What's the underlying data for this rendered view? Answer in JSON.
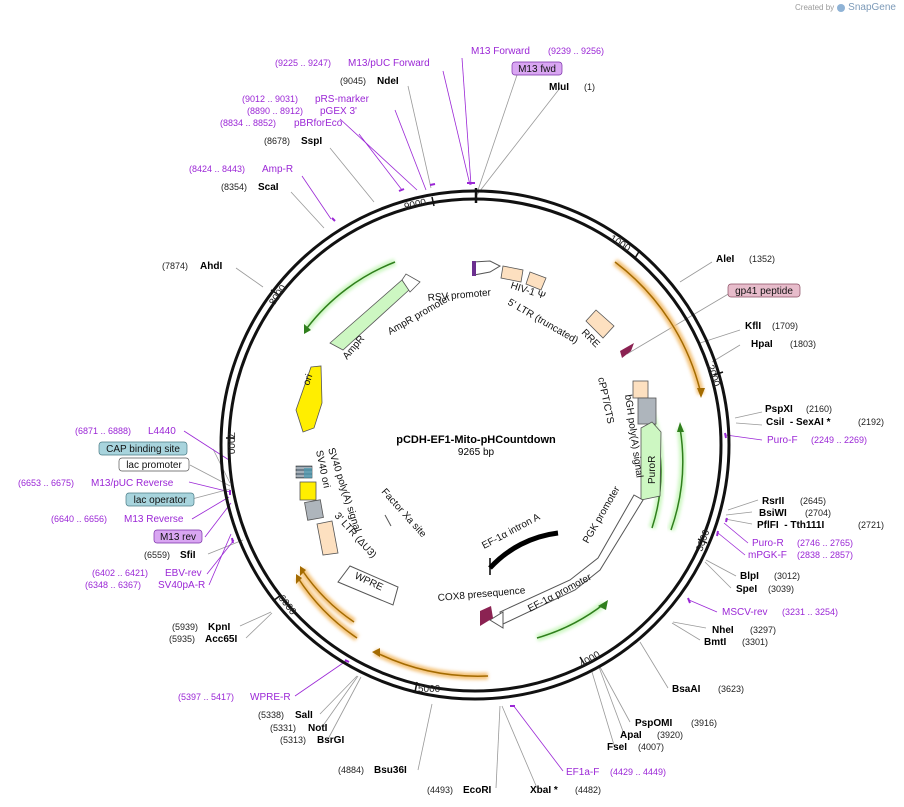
{
  "brand": {
    "created_by": "Created by",
    "name": "SnapGene"
  },
  "plasmid": {
    "name": "pCDH-EF1-Mito-pHCountdown",
    "length_label": "9265 bp",
    "total_bp": 9265
  },
  "ticks": [
    "1000",
    "2000",
    "3000",
    "4000",
    "5000",
    "6000",
    "7000",
    "8000",
    "9000"
  ],
  "sites": [
    {
      "name": "MluI",
      "pos": "(1)"
    },
    {
      "name": "AleI",
      "pos": "(1352)"
    },
    {
      "name": "KflI",
      "pos": "(1709)"
    },
    {
      "name": "HpaI",
      "pos": "(1803)"
    },
    {
      "name": "PspXI",
      "pos": "(2160)"
    },
    {
      "name": "CsiI  - SexAI *",
      "pos": "(2192)"
    },
    {
      "name": "RsrII",
      "pos": "(2645)"
    },
    {
      "name": "BsiWI",
      "pos": "(2704)"
    },
    {
      "name": "PflFI  - Tth111I",
      "pos": "(2721)"
    },
    {
      "name": "BlpI",
      "pos": "(3012)"
    },
    {
      "name": "SpeI",
      "pos": "(3039)"
    },
    {
      "name": "NheI",
      "pos": "(3297)"
    },
    {
      "name": "BmtI",
      "pos": "(3301)"
    },
    {
      "name": "BsaAI",
      "pos": "(3623)"
    },
    {
      "name": "PspOMI",
      "pos": "(3916)"
    },
    {
      "name": "ApaI",
      "pos": "(3920)"
    },
    {
      "name": "FseI",
      "pos": "(4007)"
    },
    {
      "name": "XbaI *",
      "pos": "(4482)"
    },
    {
      "name": "EcoRI",
      "pos": "(4493)"
    },
    {
      "name": "Bsu36I",
      "pos": "(4884)"
    },
    {
      "name": "BsrGI",
      "pos": "(5313)"
    },
    {
      "name": "NotI",
      "pos": "(5331)"
    },
    {
      "name": "SalI",
      "pos": "(5338)"
    },
    {
      "name": "Acc65I",
      "pos": "(5935)"
    },
    {
      "name": "KpnI",
      "pos": "(5939)"
    },
    {
      "name": "SfiI",
      "pos": "(6559)"
    },
    {
      "name": "AhdI",
      "pos": "(7874)"
    },
    {
      "name": "ScaI",
      "pos": "(8354)"
    },
    {
      "name": "SspI",
      "pos": "(8678)"
    },
    {
      "name": "NdeI",
      "pos": "(9045)"
    }
  ],
  "primers": [
    {
      "name": "M13 Forward",
      "pos": "(9239 .. 9256)"
    },
    {
      "name": "M13/pUC Forward",
      "pos": "(9225 .. 9247)"
    },
    {
      "name": "pRS-marker",
      "pos": "(9012 .. 9031)"
    },
    {
      "name": "pGEX 3'",
      "pos": "(8890 .. 8912)"
    },
    {
      "name": "pBRforEco",
      "pos": "(8834 .. 8852)"
    },
    {
      "name": "Amp-R",
      "pos": "(8424 .. 8443)"
    },
    {
      "name": "Puro-F",
      "pos": "(2249 .. 2269)"
    },
    {
      "name": "Puro-R",
      "pos": "(2746 .. 2765)"
    },
    {
      "name": "mPGK-F",
      "pos": "(2838 .. 2857)"
    },
    {
      "name": "MSCV-rev",
      "pos": "(3231 .. 3254)"
    },
    {
      "name": "EF1a-F",
      "pos": "(4429 .. 4449)"
    },
    {
      "name": "WPRE-R",
      "pos": "(5397 .. 5417)"
    },
    {
      "name": "EBV-rev",
      "pos": "(6402 .. 6421)"
    },
    {
      "name": "SV40pA-R",
      "pos": "(6348 .. 6367)"
    },
    {
      "name": "M13 Reverse",
      "pos": "(6640 .. 6656)"
    },
    {
      "name": "M13/pUC Reverse",
      "pos": "(6653 .. 6675)"
    },
    {
      "name": "L4440",
      "pos": "(6871 .. 6888)"
    }
  ],
  "tags": {
    "m13_fwd": "M13 fwd",
    "gp41": "gp41 peptide",
    "cap": "CAP binding site",
    "lac_promoter": "lac promoter",
    "lac_operator": "lac operator",
    "m13_rev": "M13 rev"
  },
  "features": {
    "rsv_promoter": "RSV promoter",
    "hiv_psi": "HIV-1 Ψ",
    "ltr5": "5' LTR (truncated)",
    "rre": "RRE",
    "cppt": "cPPT/CTS",
    "bgh": "bGH poly(A) signal",
    "puror": "PuroR",
    "pgk": "PGK promoter",
    "ef1a_intron": "EF-1α intron A",
    "ef1a_promoter": "EF-1α promoter",
    "cox8": "COX8 presequence",
    "wpre": "WPRE",
    "ltr3": "3' LTR (ΔU3)",
    "factor_xa": "Factor Xa site",
    "sv40_polya": "SV40 poly(A) signal",
    "sv40_ori": "SV40 ori",
    "ori": "ori",
    "ampr": "AmpR",
    "ampr_promoter": "AmpR promoter"
  },
  "colors": {
    "primer": "#9b27d6",
    "orf_green": "#cdf7c2",
    "orf_orange": "#f4c37a",
    "ori_yellow": "#ffee00",
    "ltr_peach": "#fde0c0",
    "magenta": "#8b2252"
  }
}
